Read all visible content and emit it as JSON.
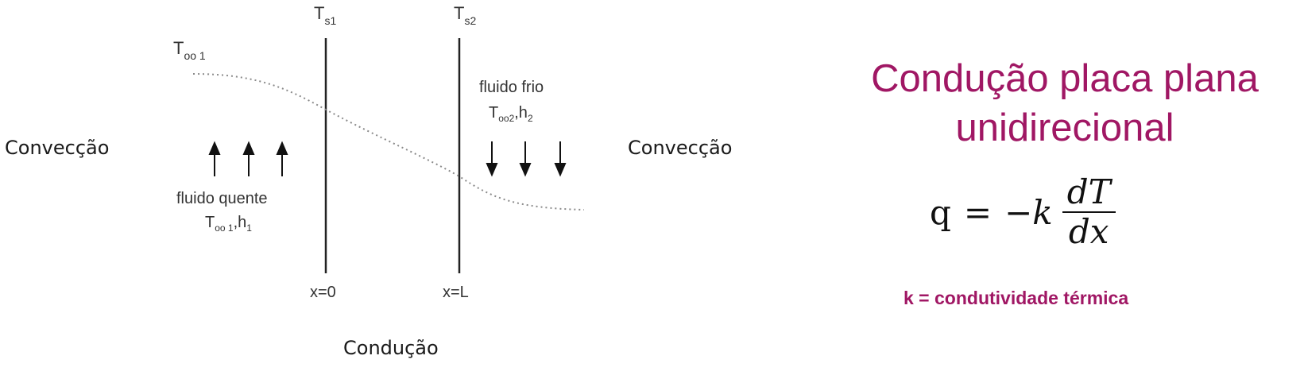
{
  "diagram": {
    "t_inf_1": {
      "main": "T",
      "sub": "oo 1"
    },
    "t_s1": {
      "main": "T",
      "sub": "s1"
    },
    "t_s2": {
      "main": "T",
      "sub": "s2"
    },
    "hot_fluid": {
      "label": "fluido quente",
      "temp_main": "T",
      "temp_sub": "oo 1",
      "sep": ",h",
      "h_sub": "1"
    },
    "cold_fluid": {
      "label": "fluido frio",
      "temp_main": "T",
      "temp_sub": "oo2",
      "sep": ",h",
      "h_sub": "2"
    },
    "x_left": "x=0",
    "x_right": "x=L",
    "left_side_label": "Convecção",
    "right_side_label": "Convecção",
    "bottom_label": "Condução"
  },
  "title": "Condução placa plana unidirecional",
  "formula": {
    "lhs": "q",
    "equals": "=",
    "coef": "−k",
    "numerator": "dT",
    "denominator": "dx"
  },
  "note": "k = condutividade térmica",
  "colors": {
    "accent": "#a01764",
    "line": "#222222",
    "profile": "#8a8a8a"
  }
}
